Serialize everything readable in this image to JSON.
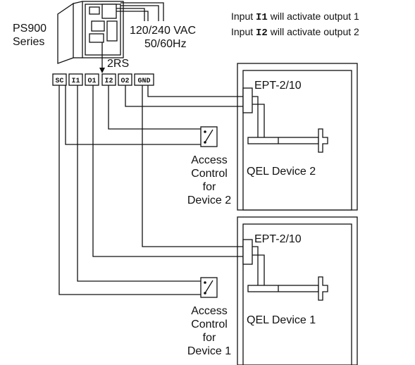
{
  "power_supply": {
    "name_line1": "PS900",
    "name_line2": "Series",
    "voltage": "120/240 VAC",
    "frequency": "50/60Hz",
    "module": "2RS"
  },
  "terminals": [
    "SC",
    "I1",
    "O1",
    "I2",
    "O2",
    "GND"
  ],
  "notes": {
    "line1": {
      "prefix": "Input ",
      "code": "I1",
      "suffix": " will activate output 1"
    },
    "line2": {
      "prefix": "Input ",
      "code": "I2",
      "suffix": " will activate output 2"
    }
  },
  "device_2": {
    "ept_label": "EPT-2/10",
    "qel_label": "QEL Device 2",
    "access_control": [
      "Access",
      "Control",
      "for",
      "Device 2"
    ]
  },
  "device_1": {
    "ept_label": "EPT-2/10",
    "qel_label": "QEL Device 1",
    "access_control": [
      "Access",
      "Control",
      "for",
      "Device 1"
    ]
  }
}
